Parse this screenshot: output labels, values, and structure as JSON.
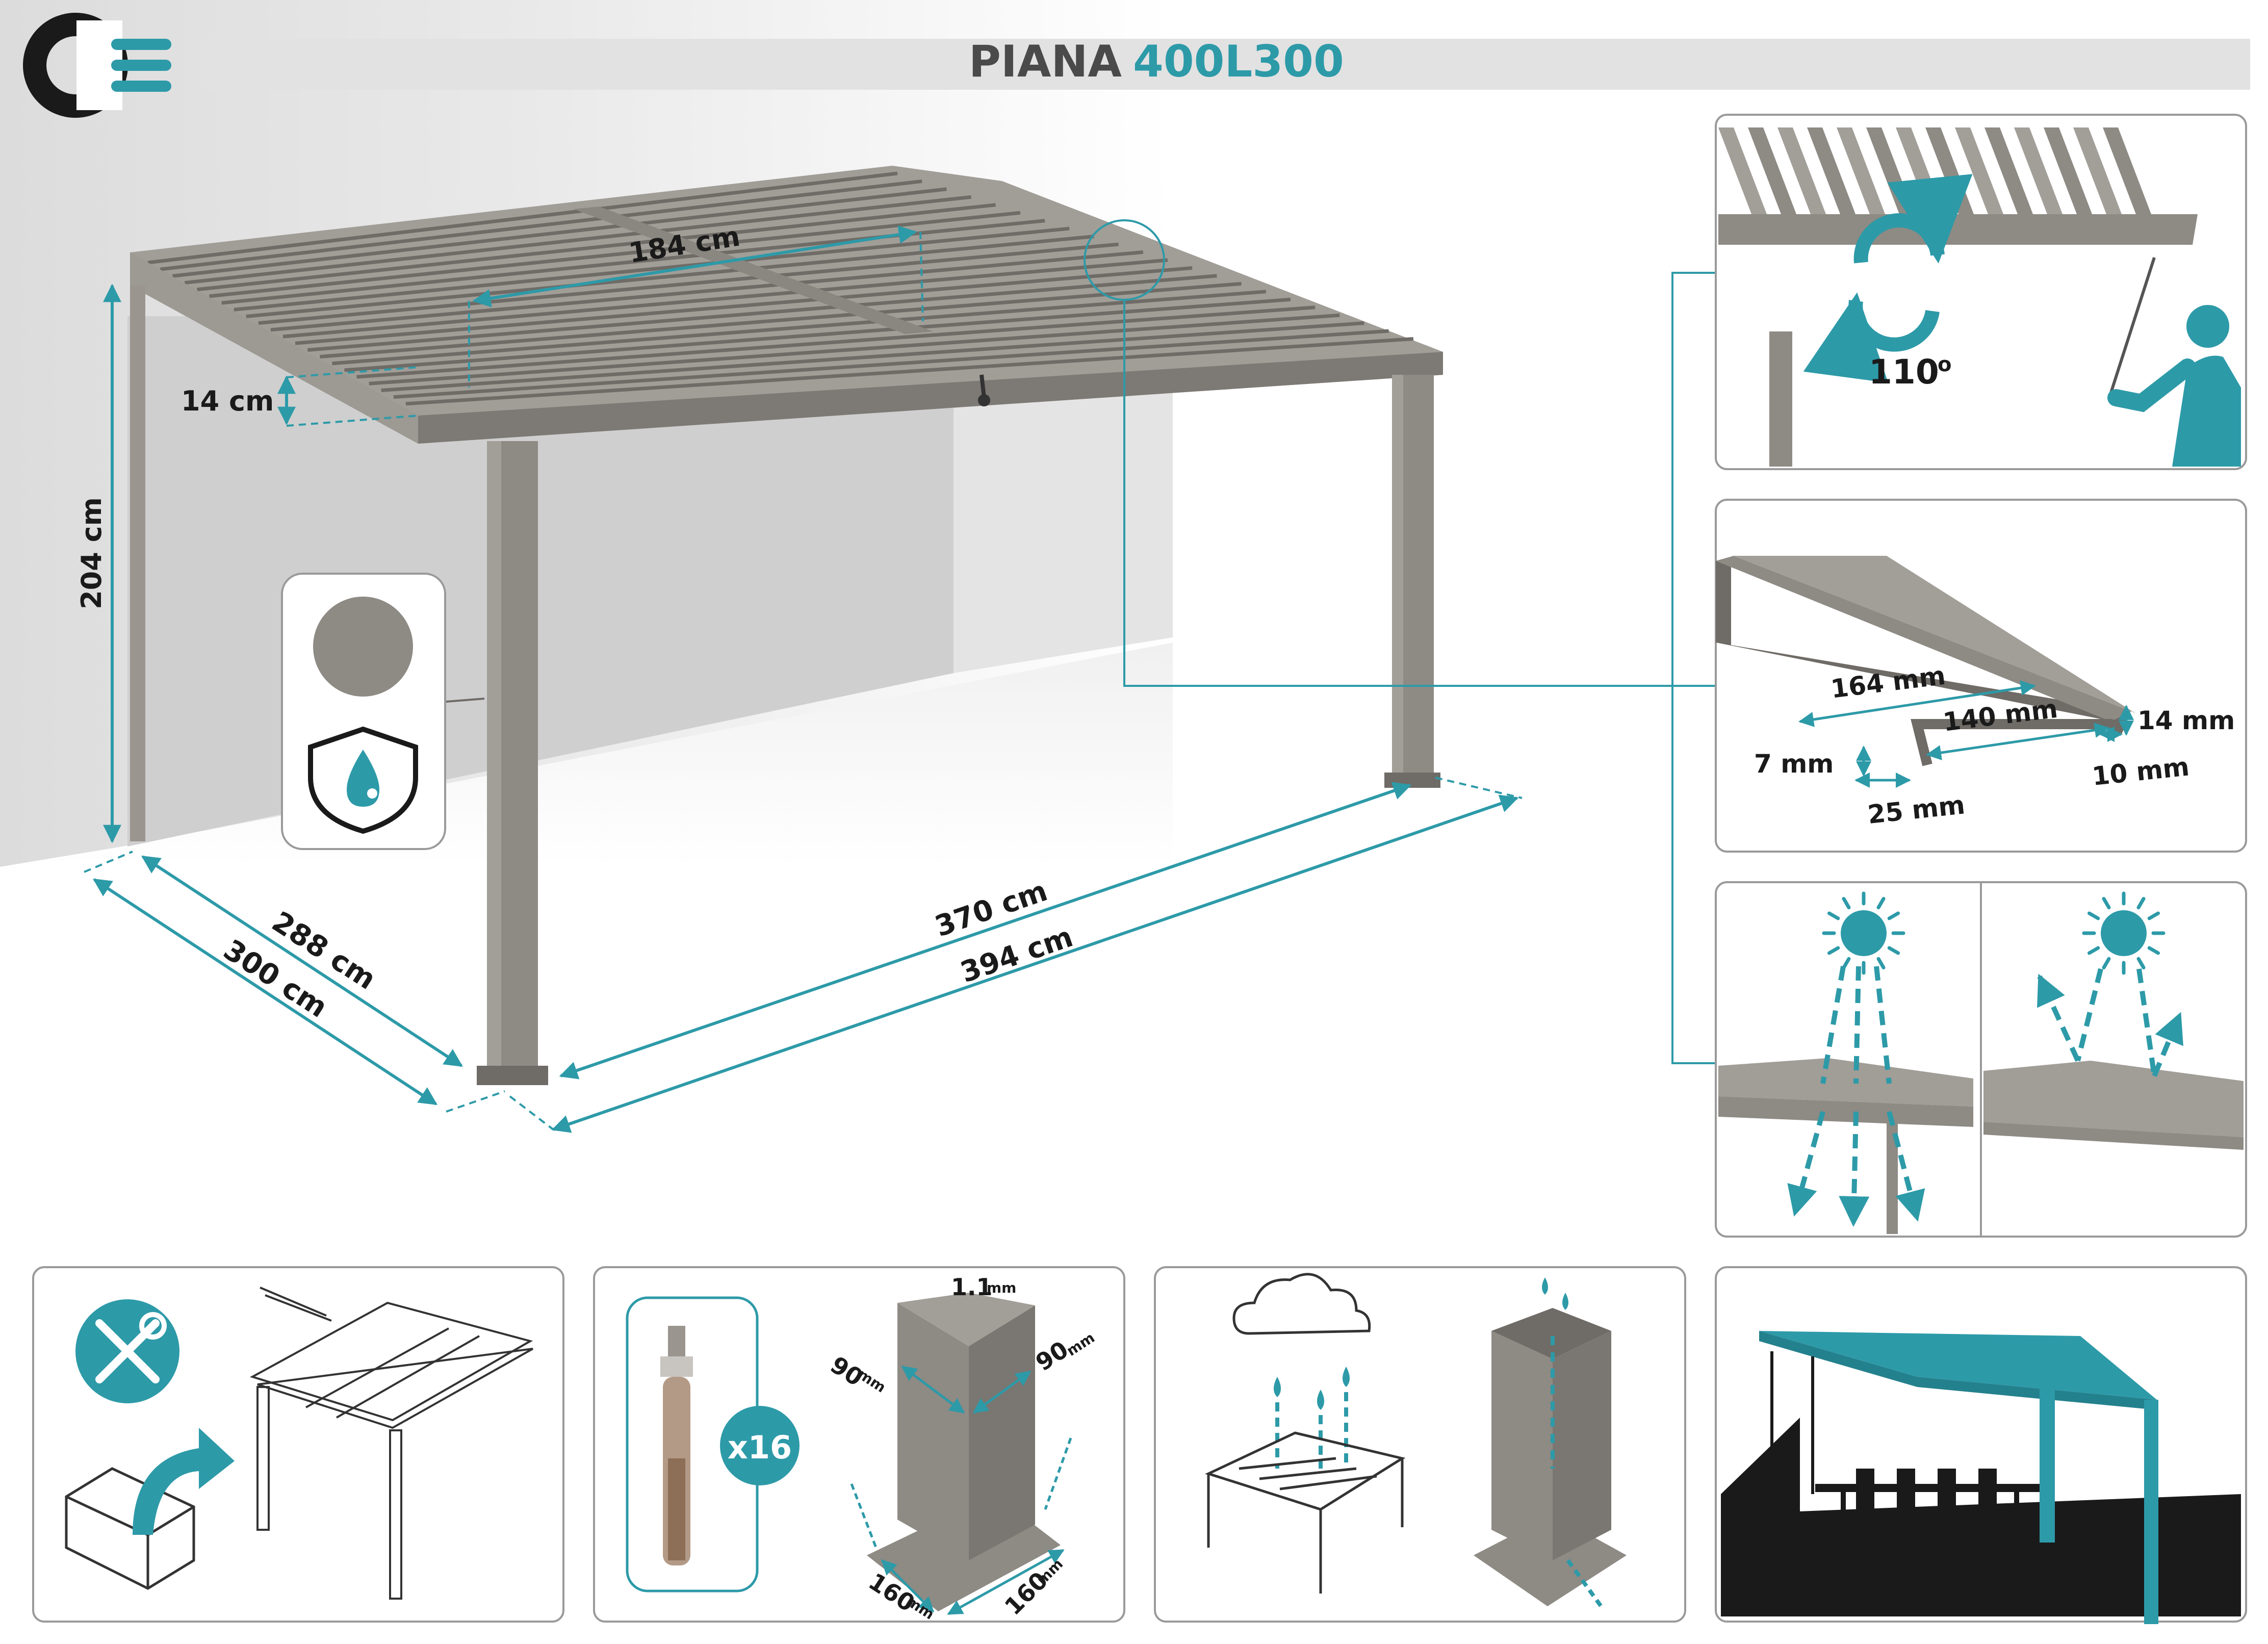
{
  "header": {
    "logo_text": "CE",
    "title_prefix": "PIANA",
    "title_model": "400L300"
  },
  "colors": {
    "accent": "#2d9aa8",
    "frame": "#8e8a84",
    "header_bar": "#e2e2e2"
  },
  "dimensions": {
    "roof_panel_width": "184 cm",
    "beam_height": "14 cm",
    "height": "204 cm",
    "inner_depth": "288 cm",
    "outer_depth": "300 cm",
    "inner_length": "370 cm",
    "outer_length": "394 cm"
  },
  "detail_tilt": {
    "angle": "110",
    "degree_symbol": "o"
  },
  "detail_louvre": {
    "top_width": "164 mm",
    "inner_width": "140 mm",
    "thickness_right": "14 mm",
    "lip_left": "7 mm",
    "base_left": "25 mm",
    "lip_right": "10 mm"
  },
  "bottom_panels": {
    "anchors_count": "x16",
    "post_wall": "1.1",
    "post_wall_unit": "mm",
    "post_side_a": "90",
    "post_side_b": "90",
    "post_side_unit": "mm",
    "base_a": "160",
    "base_b": "160",
    "base_unit": "mm"
  },
  "icons": {
    "color_swatch": "color-swatch-icon",
    "water_shield": "water-shield-icon",
    "tools": "tools-icon",
    "sun": "sun-icon",
    "cloud": "cloud-icon"
  }
}
